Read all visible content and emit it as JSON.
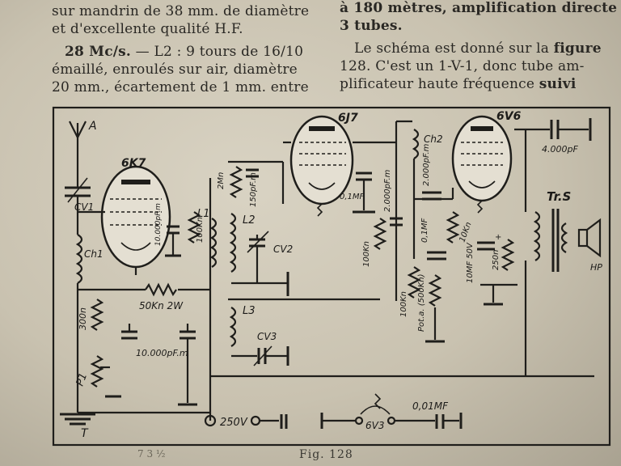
{
  "text": {
    "left_col": {
      "line1": "sur mandrin de 38 mm. de diamètre",
      "line2": "et d'excellente qualité H.F.",
      "para_start": "28 Mc/s.",
      "para_rest": " — L2 : 9 tours de 16/10",
      "line4": "émaillé, enroulés sur air, diamètre",
      "line5": "20 mm., écartement de 1 mm. entre"
    },
    "right_col": {
      "line1_a": "à 180 mètres, amplification directe",
      "line2": "3 tubes.",
      "line3_a": "Le schéma est donné sur la ",
      "line3_b": "figure",
      "line4": "128. C'est un 1-V-1, donc tube am-",
      "line5_a": "plificateur haute fréquence ",
      "line5_b": "suivi"
    }
  },
  "schematic": {
    "tubes": {
      "t1": "6K7",
      "t2": "6J7",
      "t3": "6V6"
    },
    "labels": {
      "antenna": "A",
      "cv1": "CV1",
      "ch1": "Ch1",
      "l1": "L1",
      "l2": "L2",
      "l3": "L3",
      "cv2": "CV2",
      "cv3": "CV3",
      "ch2": "Ch2",
      "c_10000pfm": "10.000pF.m",
      "r_100k_l1": "100Kn",
      "r_2m": "2Mn",
      "c_150pfm": "150pF.m",
      "c_01mf_t2": "0,1MF",
      "c_2000pfm_a": "2.000pF.m",
      "c_2000pfm_b": "2.000pF.m",
      "r_100k_t2": "100Kn",
      "r_100k_b": "100Kn",
      "pot_500k": "Pot.a. (500Kn)",
      "c_01mf_b": "0,1MF",
      "r_10k": "10Kn",
      "c_10mf_50v": "10MF 50V",
      "r_250": "250n",
      "c_4000pf": "4.000pF",
      "trs": "Tr.S",
      "hp": "HP",
      "r_50k_2w": "50Kn 2W",
      "r_300": "300n",
      "c_10000pfm_b": "10.000pF.m",
      "p1": "P1",
      "gnd_t": "T",
      "v250": "250V",
      "v63": "6V3",
      "c_001mf": "0,01MF"
    }
  },
  "caption": "Fig. 128",
  "page_mark": "7 3 ½"
}
